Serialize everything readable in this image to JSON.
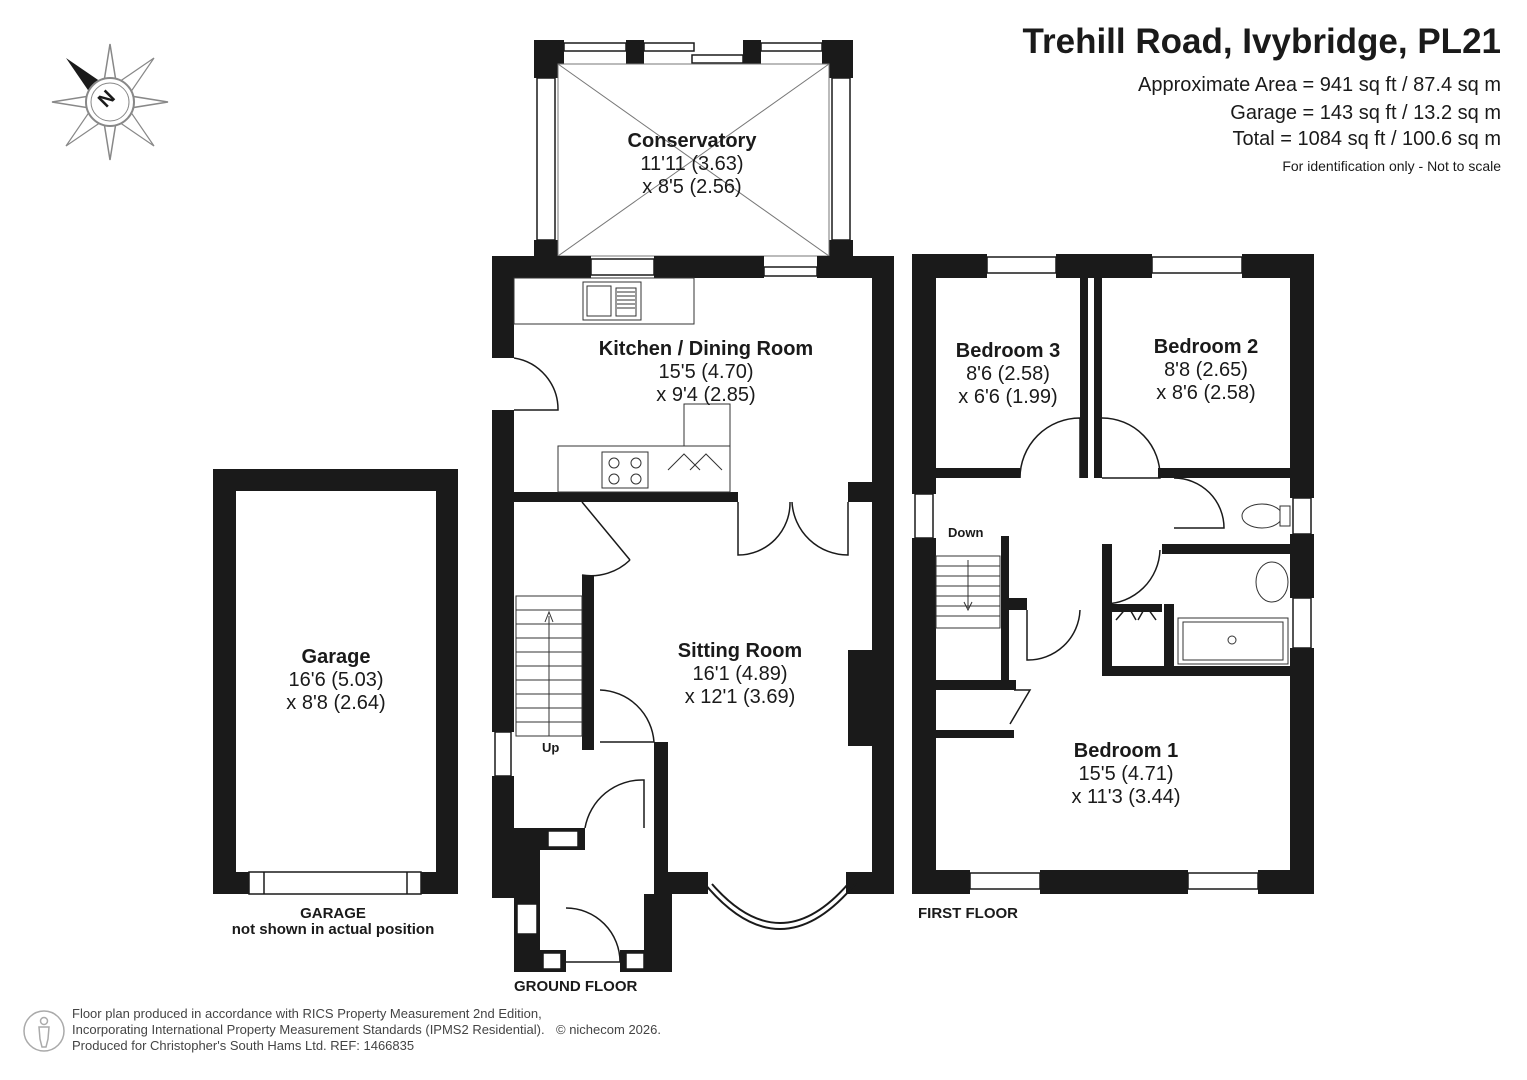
{
  "header": {
    "title": "Trehill Road, Ivybridge, PL21",
    "area_line": "Approximate Area = 941 sq ft / 87.4 sq m",
    "garage_line": "Garage = 143 sq ft / 13.2 sq m",
    "total_line": "Total = 1084 sq ft / 100.6 sq m",
    "note": "For identification only - Not to scale"
  },
  "compass": {
    "label": "N",
    "icon": "compass-rose-icon"
  },
  "rooms": {
    "conservatory": {
      "name": "Conservatory",
      "dim1": "11'11 (3.63)",
      "dim2": "x 8'5 (2.56)"
    },
    "kitchen": {
      "name": "Kitchen / Dining Room",
      "dim1": "15'5 (4.70)",
      "dim2": "x 9'4 (2.85)"
    },
    "sitting": {
      "name": "Sitting Room",
      "dim1": "16'1 (4.89)",
      "dim2": "x 12'1 (3.69)"
    },
    "garage": {
      "name": "Garage",
      "dim1": "16'6 (5.03)",
      "dim2": "x 8'8 (2.64)"
    },
    "bedroom3": {
      "name": "Bedroom 3",
      "dim1": "8'6 (2.58)",
      "dim2": "x 6'6 (1.99)"
    },
    "bedroom2": {
      "name": "Bedroom 2",
      "dim1": "8'8 (2.65)",
      "dim2": "x 8'6 (2.58)"
    },
    "bedroom1": {
      "name": "Bedroom 1",
      "dim1": "15'5 (4.71)",
      "dim2": "x 11'3 (3.44)"
    }
  },
  "labels": {
    "up": "Up",
    "down": "Down",
    "ground_floor": "GROUND FLOOR",
    "first_floor": "FIRST FLOOR",
    "garage_note_1": "GARAGE",
    "garage_note_2": "not shown in actual position"
  },
  "footer": {
    "line1": "Floor plan produced in accordance with RICS Property Measurement 2nd Edition,",
    "line2": "Incorporating International Property Measurement Standards (IPMS2 Residential).",
    "line3": "Produced for Christopher's South Hams Ltd.   REF: 1466835",
    "copyright": "© nichecom 2026.",
    "icon": "person-scale-icon"
  },
  "colors": {
    "wall": "#1a1a1a",
    "fixture": "#333333",
    "background": "#ffffff"
  }
}
